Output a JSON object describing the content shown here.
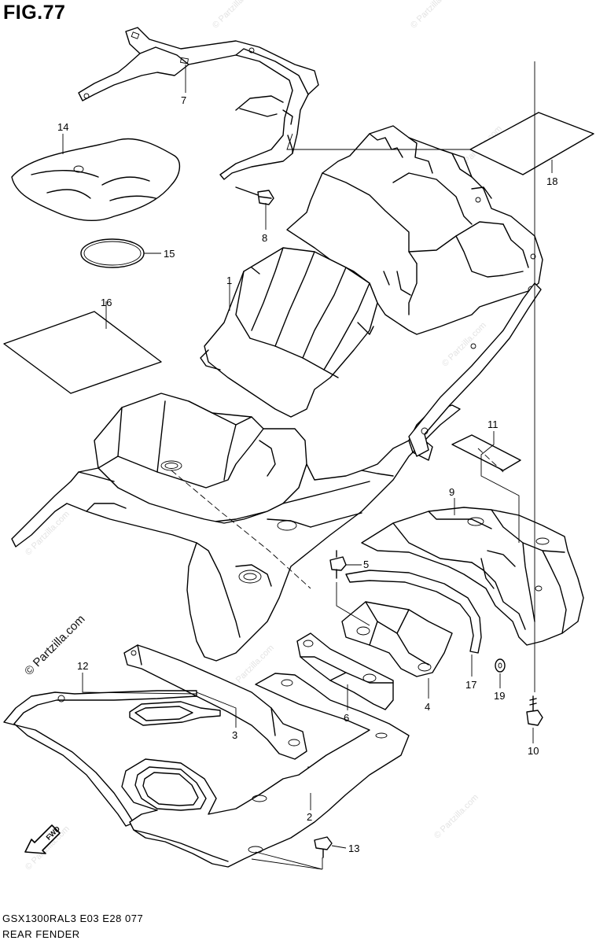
{
  "figure_title": "FIG.77",
  "model_code": "GSX1300RAL3  E03  E28  077",
  "caption": "REAR FENDER",
  "watermark_main": "© Partzilla.com",
  "watermark_faint": "© Partzilla.com",
  "direction_label": "FWD",
  "callouts": [
    "1",
    "2",
    "3",
    "4",
    "5",
    "6",
    "7",
    "8",
    "9",
    "10",
    "11",
    "12",
    "13",
    "14",
    "15",
    "16",
    "17",
    "18",
    "19"
  ],
  "colors": {
    "line": "#000000",
    "background": "#ffffff",
    "watermark": "#e3e3e3"
  }
}
